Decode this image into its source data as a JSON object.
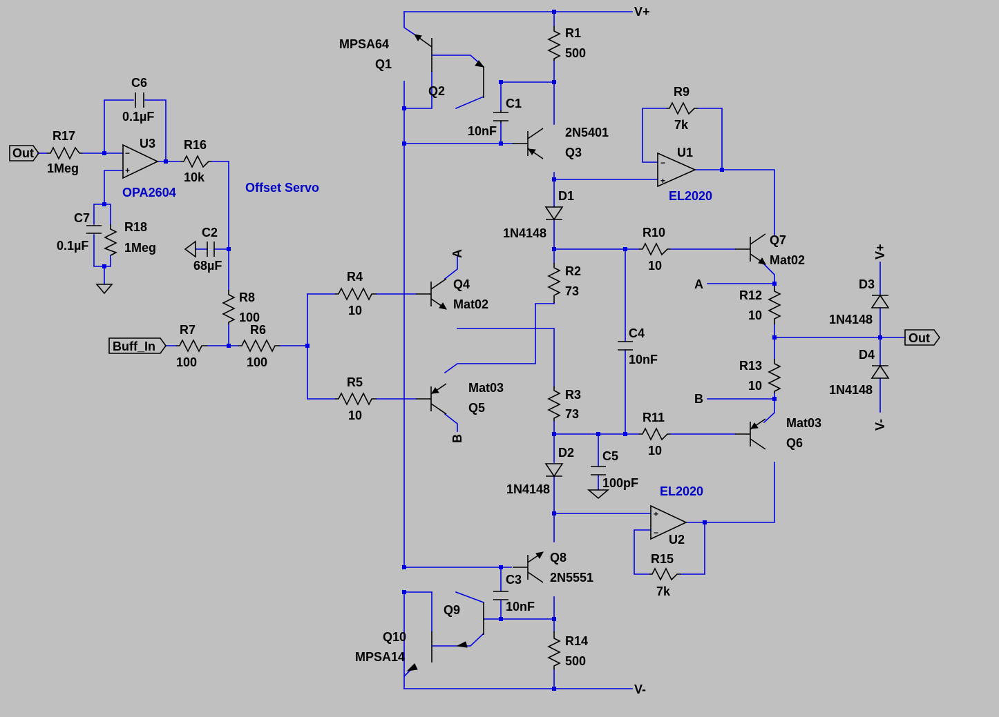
{
  "supplies": {
    "vplus": "V+",
    "vminus": "V-"
  },
  "ports": {
    "out_left": "Out",
    "buff_in": "Buff_In",
    "out_right": "Out"
  },
  "annotations": {
    "offset_servo": "Offset Servo"
  },
  "resistors": {
    "r1": {
      "name": "R1",
      "value": "500"
    },
    "r2": {
      "name": "R2",
      "value": "73"
    },
    "r3": {
      "name": "R3",
      "value": "73"
    },
    "r4": {
      "name": "R4",
      "value": "10"
    },
    "r5": {
      "name": "R5",
      "value": "10"
    },
    "r6": {
      "name": "R6",
      "value": "100"
    },
    "r7": {
      "name": "R7",
      "value": "100"
    },
    "r8": {
      "name": "R8",
      "value": "100"
    },
    "r9": {
      "name": "R9",
      "value": "7k"
    },
    "r10": {
      "name": "R10",
      "value": "10"
    },
    "r11": {
      "name": "R11",
      "value": "10"
    },
    "r12": {
      "name": "R12",
      "value": "10"
    },
    "r13": {
      "name": "R13",
      "value": "10"
    },
    "r14": {
      "name": "R14",
      "value": "500"
    },
    "r15": {
      "name": "R15",
      "value": "7k"
    },
    "r16": {
      "name": "R16",
      "value": "10k"
    },
    "r17": {
      "name": "R17",
      "value": "1Meg"
    },
    "r18": {
      "name": "R18",
      "value": "1Meg"
    }
  },
  "capacitors": {
    "c1": {
      "name": "C1",
      "value": "10nF"
    },
    "c2": {
      "name": "C2",
      "value": "68µF"
    },
    "c3": {
      "name": "C3",
      "value": "10nF"
    },
    "c4": {
      "name": "C4",
      "value": "10nF"
    },
    "c5": {
      "name": "C5",
      "value": "100pF"
    },
    "c6": {
      "name": "C6",
      "value": "0.1µF"
    },
    "c7": {
      "name": "C7",
      "value": "0.1µF"
    }
  },
  "transistors": {
    "q1": {
      "name": "Q1",
      "model": "MPSA64"
    },
    "q2": {
      "name": "Q2"
    },
    "q3": {
      "name": "Q3",
      "model": "2N5401"
    },
    "q4": {
      "name": "Q4",
      "model": "Mat02"
    },
    "q5": {
      "name": "Q5",
      "model": "Mat03"
    },
    "q6": {
      "name": "Q6",
      "model": "Mat03"
    },
    "q7": {
      "name": "Q7",
      "model": "Mat02"
    },
    "q8": {
      "name": "Q8",
      "model": "2N5551"
    },
    "q9": {
      "name": "Q9"
    },
    "q10": {
      "name": "Q10",
      "model": "MPSA14"
    }
  },
  "diodes": {
    "d1": {
      "name": "D1",
      "model": "1N4148"
    },
    "d2": {
      "name": "D2",
      "model": "1N4148"
    },
    "d3": {
      "name": "D3",
      "model": "1N4148"
    },
    "d4": {
      "name": "D4",
      "model": "1N4148"
    }
  },
  "opamps": {
    "u1": {
      "name": "U1",
      "model": "EL2020"
    },
    "u2": {
      "name": "U2",
      "model": "EL2020"
    },
    "u3": {
      "name": "U3",
      "model": "OPA2604"
    }
  },
  "nets": {
    "a": "A",
    "b": "B"
  },
  "colors": {
    "background": "#c0c0c0",
    "wire": "#0000e0",
    "component": "#000000",
    "model_label": "#0000c8"
  }
}
